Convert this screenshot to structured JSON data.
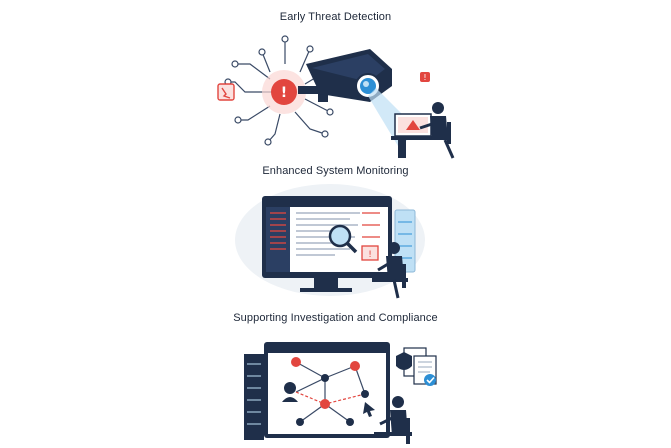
{
  "sections": [
    {
      "title": "Early Threat Detection",
      "illustration": "security-camera-detecting-threat"
    },
    {
      "title": "Enhanced System Monitoring",
      "illustration": "analyst-monitoring-dashboard"
    },
    {
      "title": "Supporting Investigation and Compliance",
      "illustration": "investigation-network-compliance"
    }
  ],
  "colors": {
    "navy": "#1f2f4a",
    "alert_red": "#e2463f",
    "light_blue": "#bfe0f5",
    "accent_blue": "#2d8fd5",
    "pale_gray": "#eef2f6"
  },
  "icons": [
    "security-camera-icon",
    "alert-icon",
    "circuit-icon",
    "analyst-icon",
    "magnifier-icon",
    "server-rack-icon",
    "document-icon",
    "shield-icon",
    "checkmark-icon",
    "hacker-icon"
  ]
}
